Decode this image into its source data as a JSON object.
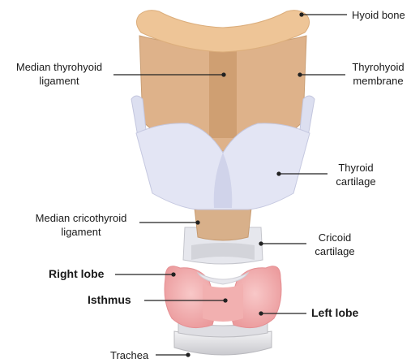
{
  "labels": {
    "hyoid_bone": "Hyoid bone",
    "median_thyrohyoid_1": "Median thyrohyoid",
    "median_thyrohyoid_2": "ligament",
    "thyrohyoid_1": "Thyrohyoid",
    "thyrohyoid_2": "membrane",
    "thyroid_cart_1": "Thyroid",
    "thyroid_cart_2": "cartilage",
    "median_crico_1": "Median cricothyroid",
    "median_crico_2": "ligament",
    "cricoid_1": "Cricoid",
    "cricoid_2": "cartilage",
    "right_lobe": "Right lobe",
    "isthmus": "Isthmus",
    "left_lobe": "Left lobe",
    "trachea": "Trachea"
  },
  "colors": {
    "hyoid": "#eec597",
    "membrane": "#deb28a",
    "ligament": "#cf9f72",
    "cartilage": "#e3e5f4",
    "cartilage_shade": "#c9cbe2",
    "cricoid": "#e6e7ed",
    "ring": "#d6d7dc",
    "gland": "#f0a6a6",
    "gland_light": "#f8c8c8",
    "trachea": "#e9e9ec",
    "trachea_shade": "#c8c8cc",
    "leader": "#222222"
  }
}
